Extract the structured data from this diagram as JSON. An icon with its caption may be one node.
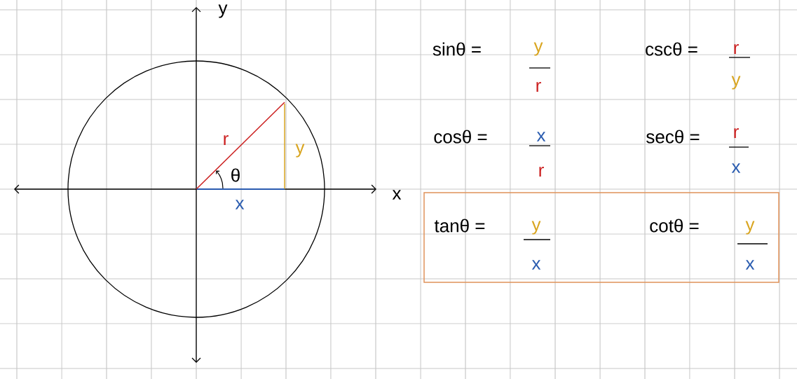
{
  "diagram": {
    "nodes": [
      {
        "text": [
          "tanθ =",
          "y",
          "x",
          "cotθ =",
          "y",
          "x"
        ]
      }
    ],
    "edges": [],
    "labels": [
      "y",
      "x",
      "r",
      "y",
      "θ",
      "x",
      "sinθ =",
      "y",
      "r",
      "cscθ =",
      "r",
      "y",
      "cosθ =",
      "x",
      "r",
      "secθ =",
      "r",
      "x"
    ]
  }
}
